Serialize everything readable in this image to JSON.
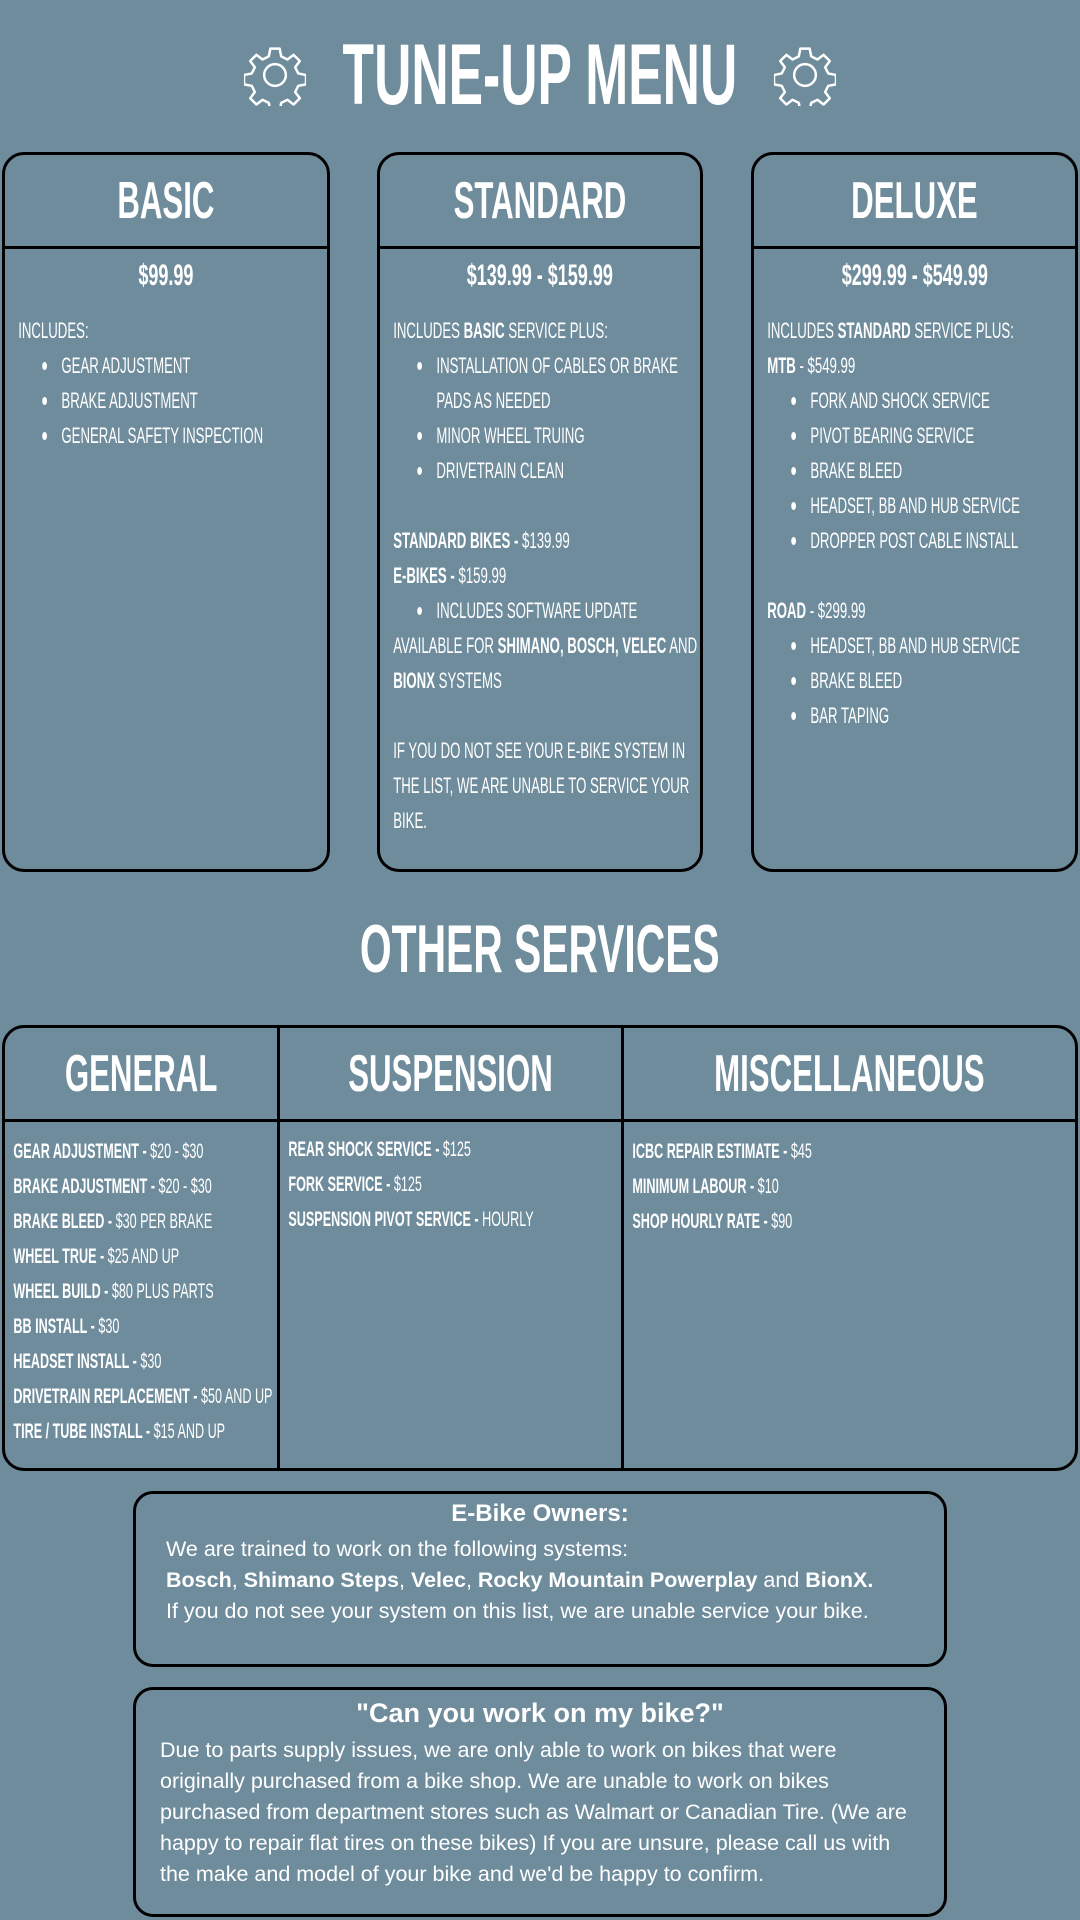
{
  "title": "TUNE-UP MENU",
  "title_icon": "gear-icon",
  "cards": [
    {
      "name": "BASIC",
      "price": "$99.99",
      "lines": [
        {
          "type": "p",
          "segs": [
            {
              "text": "INCLUDES:"
            }
          ]
        },
        {
          "type": "li",
          "segs": [
            {
              "text": "GEAR ADJUSTMENT"
            }
          ]
        },
        {
          "type": "li",
          "segs": [
            {
              "text": "BRAKE ADJUSTMENT"
            }
          ]
        },
        {
          "type": "li",
          "segs": [
            {
              "text": "GENERAL SAFETY INSPECTION"
            }
          ]
        }
      ]
    },
    {
      "name": "STANDARD",
      "price": "$139.99 - $159.99",
      "lines": [
        {
          "type": "p",
          "segs": [
            {
              "text": "INCLUDES "
            },
            {
              "text": "BASIC",
              "bold": true
            },
            {
              "text": " SERVICE PLUS:"
            }
          ]
        },
        {
          "type": "li",
          "segs": [
            {
              "text": "INSTALLATION OF CABLES OR BRAKE PADS AS NEEDED"
            }
          ]
        },
        {
          "type": "li",
          "segs": [
            {
              "text": "MINOR WHEEL TRUING"
            }
          ]
        },
        {
          "type": "li",
          "segs": [
            {
              "text": "DRIVETRAIN CLEAN"
            }
          ]
        },
        {
          "type": "blank",
          "segs": []
        },
        {
          "type": "p",
          "segs": [
            {
              "text": "STANDARD BIKES -",
              "bold": true
            },
            {
              "text": " $139.99"
            }
          ]
        },
        {
          "type": "p",
          "segs": [
            {
              "text": "E-BIKES -",
              "bold": true
            },
            {
              "text": " $159.99"
            }
          ]
        },
        {
          "type": "li",
          "segs": [
            {
              "text": "INCLUDES SOFTWARE UPDATE"
            }
          ]
        },
        {
          "type": "p",
          "segs": [
            {
              "text": "AVAILABLE FOR "
            },
            {
              "text": "SHIMANO, BOSCH, VELEC",
              "bold": true
            },
            {
              "text": " AND "
            },
            {
              "text": "BIONX",
              "bold": true
            },
            {
              "text": " SYSTEMS"
            }
          ]
        },
        {
          "type": "blank",
          "segs": []
        },
        {
          "type": "p",
          "segs": [
            {
              "text": "IF YOU DO NOT SEE YOUR E-BIKE SYSTEM IN THE LIST, WE ARE UNABLE TO SERVICE YOUR BIKE."
            }
          ]
        }
      ]
    },
    {
      "name": "DELUXE",
      "price": "$299.99 - $549.99",
      "lines": [
        {
          "type": "p",
          "segs": [
            {
              "text": "INCLUDES "
            },
            {
              "text": "STANDARD",
              "bold": true
            },
            {
              "text": " SERVICE PLUS:"
            }
          ]
        },
        {
          "type": "p",
          "segs": [
            {
              "text": "MTB",
              "bold": true
            },
            {
              "text": " - $549.99"
            }
          ]
        },
        {
          "type": "li",
          "segs": [
            {
              "text": "FORK AND SHOCK SERVICE"
            }
          ]
        },
        {
          "type": "li",
          "segs": [
            {
              "text": "PIVOT BEARING SERVICE"
            }
          ]
        },
        {
          "type": "li",
          "segs": [
            {
              "text": "BRAKE BLEED"
            }
          ]
        },
        {
          "type": "li",
          "segs": [
            {
              "text": "HEADSET, BB AND HUB SERVICE"
            }
          ]
        },
        {
          "type": "li",
          "segs": [
            {
              "text": "DROPPER POST CABLE INSTALL"
            }
          ]
        },
        {
          "type": "blank",
          "segs": []
        },
        {
          "type": "p",
          "segs": [
            {
              "text": "ROAD",
              "bold": true
            },
            {
              "text": " - $299.99"
            }
          ]
        },
        {
          "type": "li",
          "segs": [
            {
              "text": "HEADSET, BB AND HUB SERVICE"
            }
          ]
        },
        {
          "type": "li",
          "segs": [
            {
              "text": "BRAKE BLEED"
            }
          ]
        },
        {
          "type": "li",
          "segs": [
            {
              "text": "BAR TAPING"
            }
          ]
        }
      ]
    }
  ],
  "other_title": "OTHER SERVICES",
  "services": [
    {
      "name": "GENERAL",
      "items": [
        {
          "name": "GEAR ADJUSTMENT -",
          "price": " $20 - $30"
        },
        {
          "name": "BRAKE ADJUSTMENT -",
          "price": " $20 - $30"
        },
        {
          "name": "BRAKE BLEED -",
          "price": " $30 PER BRAKE"
        },
        {
          "name": "WHEEL TRUE -",
          "price": " $25 AND UP"
        },
        {
          "name": "WHEEL BUILD -",
          "price": " $80 PLUS PARTS"
        },
        {
          "name": "BB INSTALL -",
          "price": " $30"
        },
        {
          "name": "HEADSET INSTALL -",
          "price": " $30"
        },
        {
          "name": "DRIVETRAIN REPLACEMENT -",
          "price": " $50 AND UP"
        },
        {
          "name": "TIRE / TUBE INSTALL -",
          "price": " $15 AND UP"
        }
      ]
    },
    {
      "name": "SUSPENSION",
      "items": [
        {
          "name": "REAR SHOCK SERVICE -",
          "price": " $125"
        },
        {
          "name": "FORK SERVICE -",
          "price": " $125"
        },
        {
          "name": "SUSPENSION PIVOT SERVICE -",
          "price": " HOURLY"
        }
      ]
    },
    {
      "name": "MISCELLANEOUS",
      "items": [
        {
          "name": "ICBC REPAIR ESTIMATE -",
          "price": " $45"
        },
        {
          "name": "MINIMUM LABOUR -",
          "price": " $10"
        },
        {
          "name": "SHOP HOURLY RATE -",
          "price": " $90"
        }
      ]
    }
  ],
  "ebike": {
    "title": "E-Bike Owners:",
    "lines": [
      {
        "type": "p",
        "segs": [
          {
            "text": "We are trained to work on the following systems:"
          }
        ]
      },
      {
        "type": "p",
        "segs": [
          {
            "text": "Bosch",
            "bold": true
          },
          {
            "text": ", "
          },
          {
            "text": "Shimano Steps",
            "bold": true
          },
          {
            "text": ", "
          },
          {
            "text": "Velec",
            "bold": true
          },
          {
            "text": ", "
          },
          {
            "text": "Rocky Mountain Powerplay",
            "bold": true
          },
          {
            "text": " and "
          },
          {
            "text": "BionX.",
            "bold": true
          }
        ]
      },
      {
        "type": "p",
        "segs": [
          {
            "text": "If you do not see your system on this list, we are unable service your bike."
          }
        ]
      }
    ]
  },
  "faq": {
    "title": "\"Can you work on my bike?\"",
    "text": "Due to parts supply issues, we are only able to work on bikes that were originally purchased from a bike shop. We are unable to work on bikes purchased from department stores such as Walmart or Canadian Tire. (We are happy to repair flat tires on these bikes) If you are unsure, please call us with the make and model of your bike and we'd be happy to confirm."
  }
}
